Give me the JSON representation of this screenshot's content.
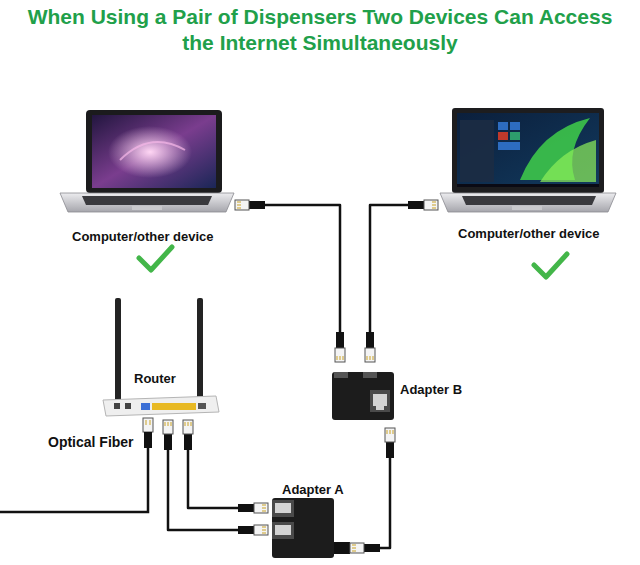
{
  "diagram": {
    "title": "When Using a Pair of Dispensers Two Devices Can Access the Internet Simultaneously",
    "nodes": [
      {
        "text": [
          "Computer/other device"
        ]
      },
      {
        "text": [
          "Computer/other device"
        ]
      },
      {
        "text": [
          "Router"
        ]
      },
      {
        "text": [
          "Adapter B"
        ]
      },
      {
        "text": [
          "Adapter A"
        ]
      }
    ],
    "edges": [
      {
        "from": 2,
        "to": 4,
        "arrow": "none"
      },
      {
        "from": 2,
        "to": 4,
        "arrow": "none"
      },
      {
        "from": 4,
        "to": 3,
        "arrow": "none"
      },
      {
        "from": 3,
        "to": 0,
        "arrow": "none"
      },
      {
        "from": 3,
        "to": 1,
        "arrow": "none"
      }
    ],
    "labels": [
      "Optical Fiber"
    ]
  }
}
